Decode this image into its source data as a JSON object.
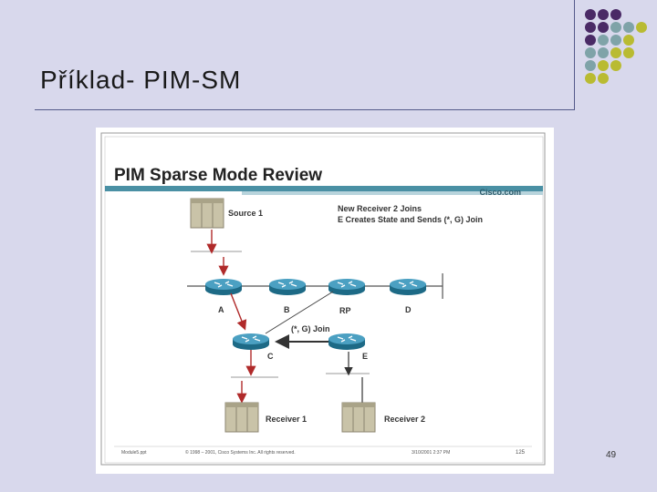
{
  "header": {
    "title": "Příklad- PIM-SM"
  },
  "slide": {
    "title": "PIM Sparse Mode Review",
    "brand": "Cisco.com",
    "source_label": "Source 1",
    "info_line1": "New Receiver 2 Joins",
    "info_line2": "E Creates State and Sends (*, G) Join",
    "routers": [
      "A",
      "B",
      "RP",
      "D",
      "C",
      "E"
    ],
    "join_label": "(*, G) Join",
    "receiver1_label": "Receiver 1",
    "receiver2_label": "Receiver 2",
    "footer_file": "Module5.ppt",
    "footer_copyright": "© 1998 – 2001, Cisco Systems Inc. All rights reserved.",
    "footer_date": "3/10/2001 2:37 PM",
    "footer_page": "125"
  },
  "page_number": "49",
  "colors": {
    "background": "#d8d8ec",
    "slide_teal": "#4a90a4",
    "dot_purple": "#4a2a66",
    "dot_teal": "#7fa3a8",
    "dot_olive": "#b9bb32",
    "arrow_red": "#b02a2a"
  }
}
